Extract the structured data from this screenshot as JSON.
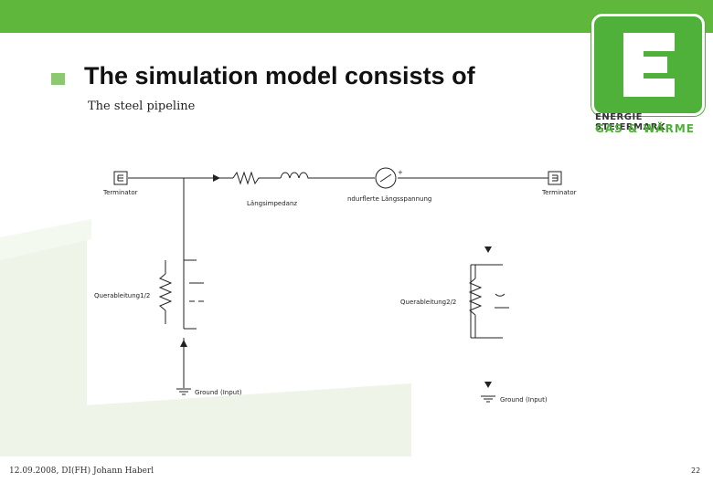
{
  "slide": {
    "title": "The simulation model consists of",
    "subtitle": "The steel pipeline"
  },
  "logo": {
    "line1": "ENERGIE STEIERMARK",
    "line2": "GAS & WÄRME",
    "letter": "E"
  },
  "diagram": {
    "terminator_left": "Terminator",
    "terminator_right": "Terminator",
    "series_impedance": "Längsimpedanz",
    "source": "ndurflerte Längsspannung",
    "shunt_left": "Querableitung1/2",
    "shunt_right": "Querableitung2/2",
    "ground_left": "Ground (Input)",
    "ground_right": "Ground (Input)"
  },
  "footer": {
    "author": "12.09.2008, DI(FH) Johann Haberl",
    "page": "22"
  },
  "colors": {
    "brand_green": "#5fb83c",
    "watermark_green": "#eef5e8"
  }
}
